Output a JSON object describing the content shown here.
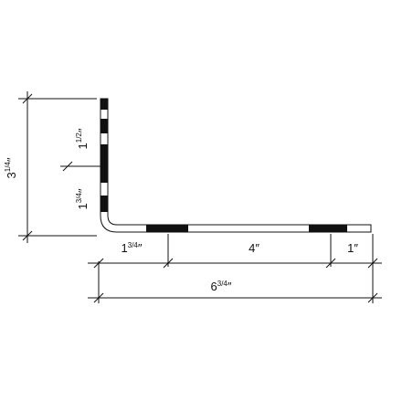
{
  "dimensions": {
    "vertical_total": {
      "whole": "3",
      "fraction": "1/4",
      "unit": "″"
    },
    "vertical_upper": {
      "whole": "1",
      "fraction": "1/2",
      "unit": "″"
    },
    "vertical_lower": {
      "whole": "1",
      "fraction": "3/4",
      "unit": "″"
    },
    "horizontal_left": {
      "whole": "1",
      "fraction": "3/4",
      "unit": "″"
    },
    "horizontal_middle": {
      "whole": "4",
      "fraction": "",
      "unit": "″"
    },
    "horizontal_right": {
      "whole": "1",
      "fraction": "",
      "unit": "″"
    },
    "horizontal_total": {
      "whole": "6",
      "fraction": "3/4",
      "unit": "″"
    }
  },
  "colors": {
    "ink": "#111111",
    "background": "#ffffff"
  }
}
